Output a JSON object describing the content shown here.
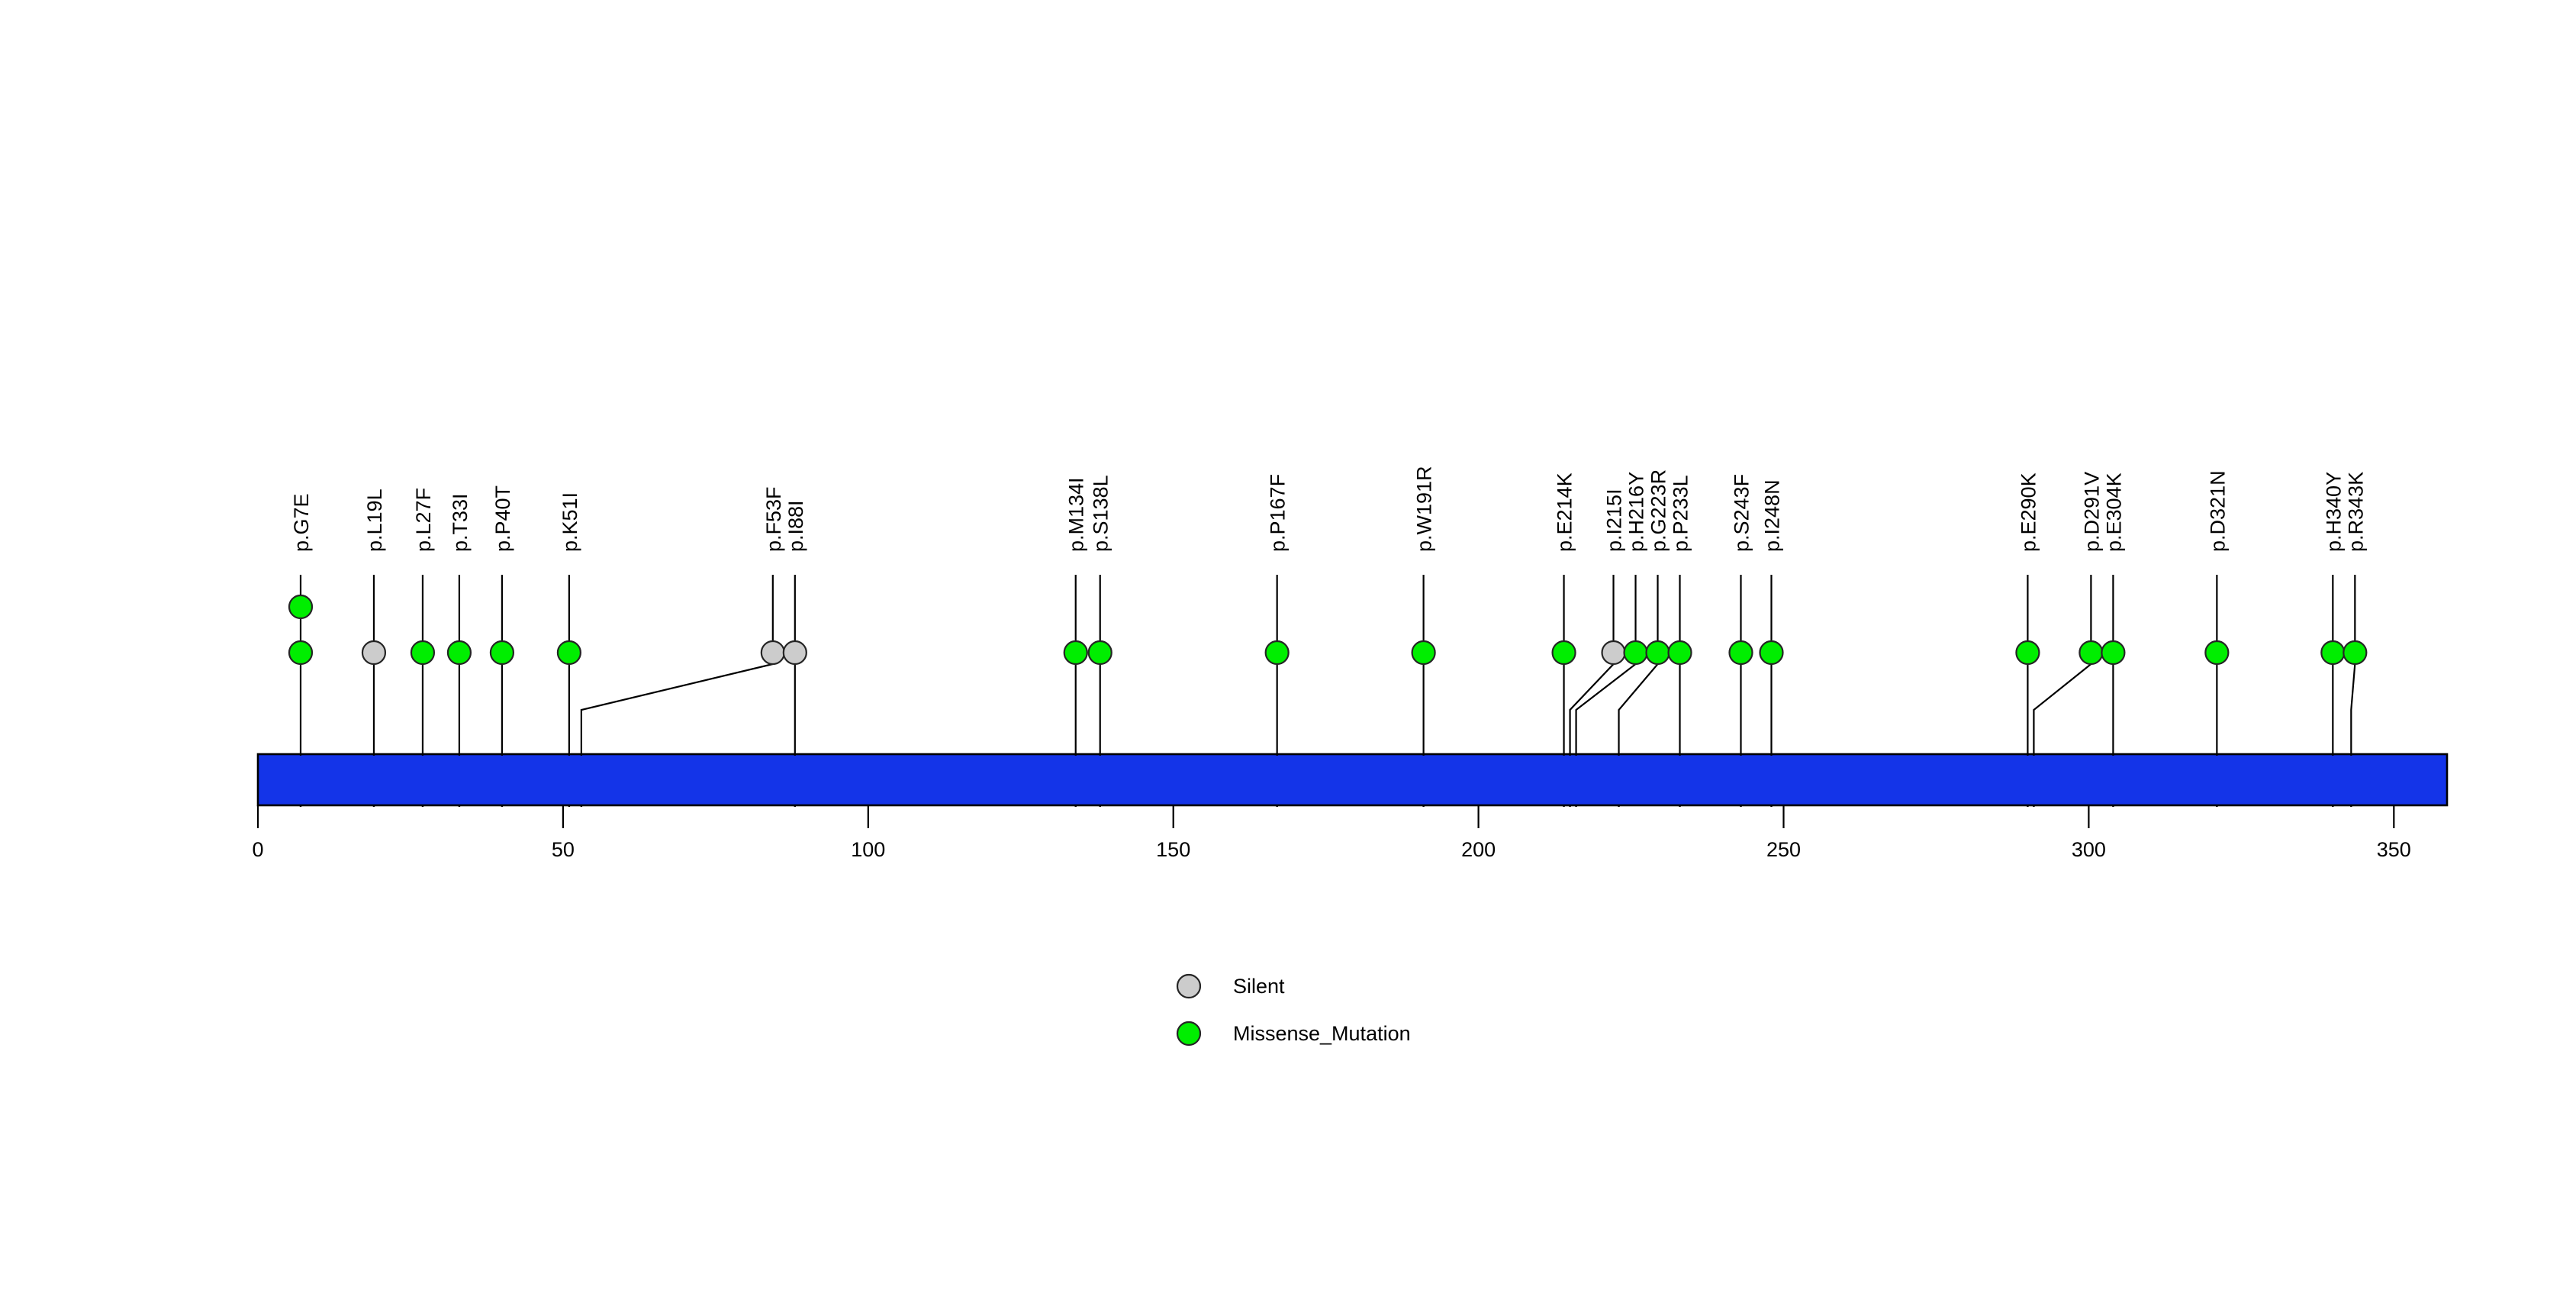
{
  "chart_data": {
    "type": "lollipop",
    "title": "",
    "xlabel": "",
    "ylabel": "",
    "xlim": [
      0,
      359
    ],
    "axis_ticks": [
      0,
      50,
      100,
      150,
      200,
      250,
      300,
      350
    ],
    "protein_length": 359,
    "protein_bar_color": "#1434e8",
    "grid": false,
    "legend_position": "bottom-center",
    "mutations": [
      {
        "label": "p.G7E",
        "position": 7,
        "count": 2,
        "type": "Missense_Mutation",
        "color": "#00ee00"
      },
      {
        "label": "p.L19L",
        "position": 19,
        "count": 1,
        "type": "Silent",
        "color": "#cccccc"
      },
      {
        "label": "p.L27F",
        "position": 27,
        "count": 1,
        "type": "Missense_Mutation",
        "color": "#00ee00"
      },
      {
        "label": "p.T33I",
        "position": 33,
        "count": 1,
        "type": "Missense_Mutation",
        "color": "#00ee00"
      },
      {
        "label": "p.P40T",
        "position": 40,
        "count": 1,
        "type": "Missense_Mutation",
        "color": "#00ee00"
      },
      {
        "label": "p.K51I",
        "position": 51,
        "count": 1,
        "type": "Missense_Mutation",
        "color": "#00ee00"
      },
      {
        "label": "p.F53F",
        "position": 53,
        "count": 1,
        "type": "Silent",
        "color": "#cccccc"
      },
      {
        "label": "p.I88I",
        "position": 88,
        "count": 1,
        "type": "Silent",
        "color": "#cccccc"
      },
      {
        "label": "p.M134I",
        "position": 134,
        "count": 1,
        "type": "Missense_Mutation",
        "color": "#00ee00"
      },
      {
        "label": "p.S138L",
        "position": 138,
        "count": 1,
        "type": "Missense_Mutation",
        "color": "#00ee00"
      },
      {
        "label": "p.P167F",
        "position": 167,
        "count": 1,
        "type": "Missense_Mutation",
        "color": "#00ee00"
      },
      {
        "label": "p.W191R",
        "position": 191,
        "count": 1,
        "type": "Missense_Mutation",
        "color": "#00ee00"
      },
      {
        "label": "p.E214K",
        "position": 214,
        "count": 1,
        "type": "Missense_Mutation",
        "color": "#00ee00"
      },
      {
        "label": "p.I215I",
        "position": 215,
        "count": 1,
        "type": "Silent",
        "color": "#cccccc"
      },
      {
        "label": "p.H216Y",
        "position": 216,
        "count": 1,
        "type": "Missense_Mutation",
        "color": "#00ee00"
      },
      {
        "label": "p.G223R",
        "position": 223,
        "count": 1,
        "type": "Missense_Mutation",
        "color": "#00ee00"
      },
      {
        "label": "p.P233L",
        "position": 233,
        "count": 1,
        "type": "Missense_Mutation",
        "color": "#00ee00"
      },
      {
        "label": "p.S243F",
        "position": 243,
        "count": 1,
        "type": "Missense_Mutation",
        "color": "#00ee00"
      },
      {
        "label": "p.I248N",
        "position": 248,
        "count": 1,
        "type": "Missense_Mutation",
        "color": "#00ee00"
      },
      {
        "label": "p.E290K",
        "position": 290,
        "count": 1,
        "type": "Missense_Mutation",
        "color": "#00ee00"
      },
      {
        "label": "p.D291V",
        "position": 291,
        "count": 1,
        "type": "Missense_Mutation",
        "color": "#00ee00"
      },
      {
        "label": "p.E304K",
        "position": 304,
        "count": 1,
        "type": "Missense_Mutation",
        "color": "#00ee00"
      },
      {
        "label": "p.D321N",
        "position": 321,
        "count": 1,
        "type": "Missense_Mutation",
        "color": "#00ee00"
      },
      {
        "label": "p.H340Y",
        "position": 340,
        "count": 1,
        "type": "Missense_Mutation",
        "color": "#00ee00"
      },
      {
        "label": "p.R343K",
        "position": 343,
        "count": 1,
        "type": "Missense_Mutation",
        "color": "#00ee00"
      }
    ],
    "legend": [
      {
        "label": "Silent",
        "color": "#cccccc"
      },
      {
        "label": "Missense_Mutation",
        "color": "#00ee00"
      }
    ]
  }
}
